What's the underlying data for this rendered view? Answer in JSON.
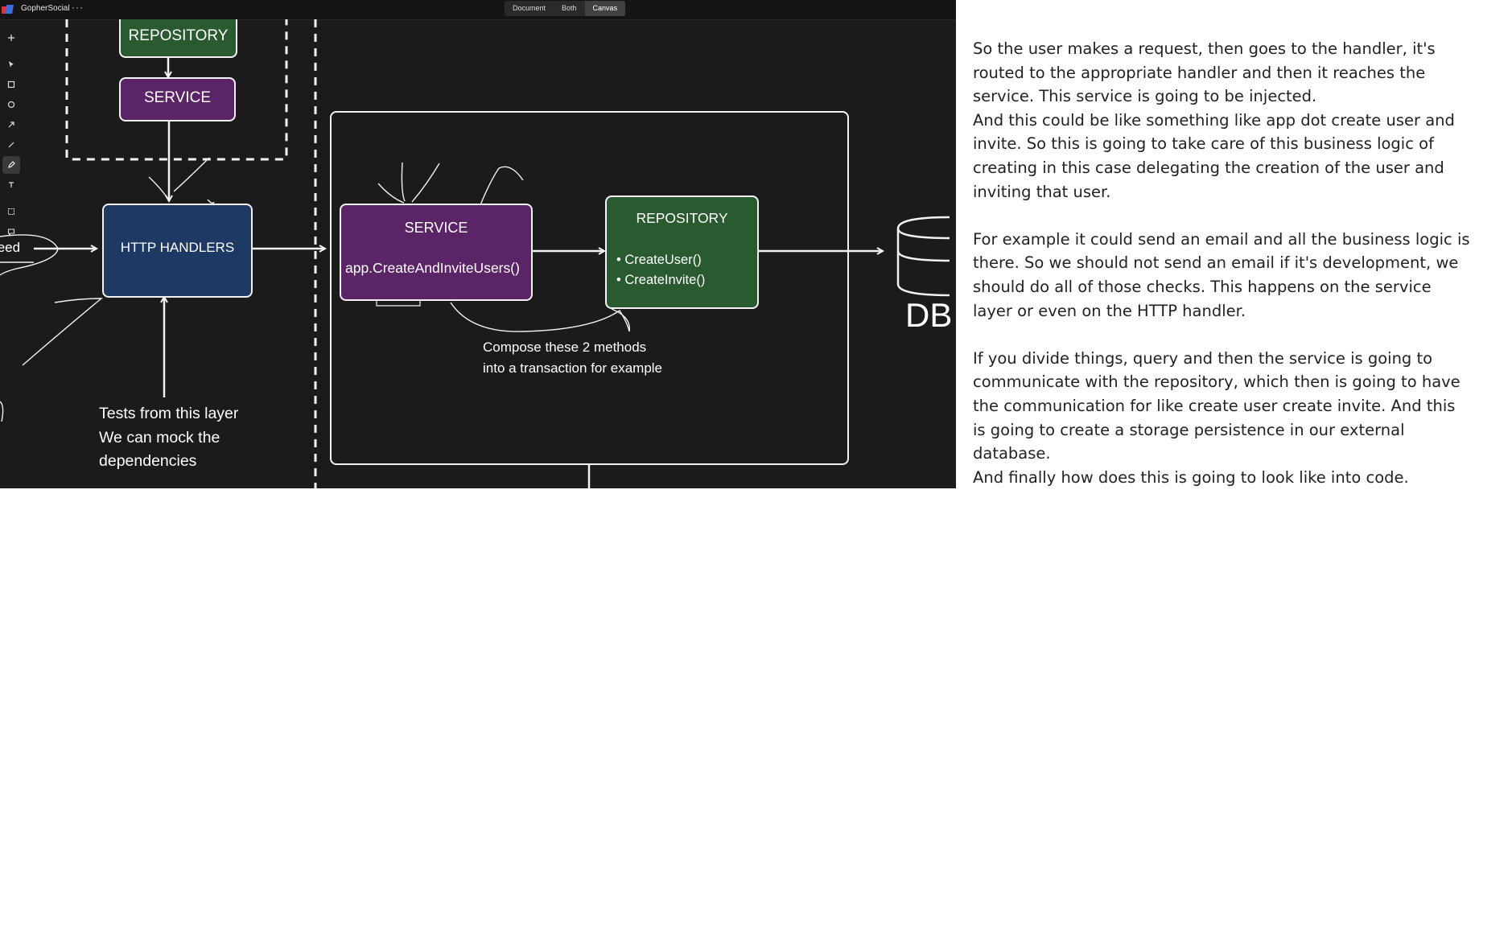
{
  "app": {
    "title": "GopherSocial",
    "menu_glyph": "···",
    "view_tabs": [
      {
        "label": "Document",
        "active": false
      },
      {
        "label": "Both",
        "active": false
      },
      {
        "label": "Canvas",
        "active": true
      }
    ],
    "tools": [
      "plus-icon",
      "select-arrow-icon",
      "rectangle-icon",
      "ellipse-icon",
      "arrow-tool-icon",
      "line-tool-icon",
      "pencil-icon",
      "text-tool-icon",
      "frame-icon",
      "comment-icon"
    ],
    "active_tool": "pencil-icon"
  },
  "colors": {
    "canvas_bg": "#1b1b1b",
    "service_fill": "#5b2466",
    "repository_fill": "#2a5b30",
    "handler_fill": "#1e3a64",
    "stroke": "#f2f2f2"
  },
  "diagram": {
    "top_repository": "REPOSITORY",
    "top_service": "SERVICE",
    "feed_fragment": "feed",
    "http_handlers": "HTTP HANDLERS",
    "service_title": "SERVICE",
    "service_method": "app.CreateAndInviteUsers()",
    "repository_title": "REPOSITORY",
    "repository_methods": [
      "• CreateUser()",
      "• CreateInvite()"
    ],
    "db_label": "DB",
    "compose_note": [
      "Compose these 2 methods",
      "into a transaction for example"
    ],
    "tests_note": [
      "Tests from this layer",
      "We can mock the",
      "dependencies"
    ]
  },
  "transcript": {
    "paragraphs": [
      [
        "So the user makes a request, then goes to the handler, it's",
        "routed to the appropriate handler and then it reaches the",
        "service. This service is going to be injected.",
        "And this could be like something like app dot create user and",
        "invite. So this is going to take care of this business logic of",
        "creating in this case delegating the creation of the user and",
        "inviting that user."
      ],
      [
        "For example it could send an email and all the business logic is",
        "there. So we should not send an email if it's development, we",
        "should do all of those checks. This happens on the service",
        "layer or even on the HTTP handler."
      ],
      [
        "If you divide things, query and then the service is going to",
        "communicate with the repository, which then is going to have",
        "the communication for like create user create invite. And this",
        "is going to create a storage persistence in our external",
        "database.",
        "And finally how does this is going to look like into code."
      ]
    ]
  }
}
